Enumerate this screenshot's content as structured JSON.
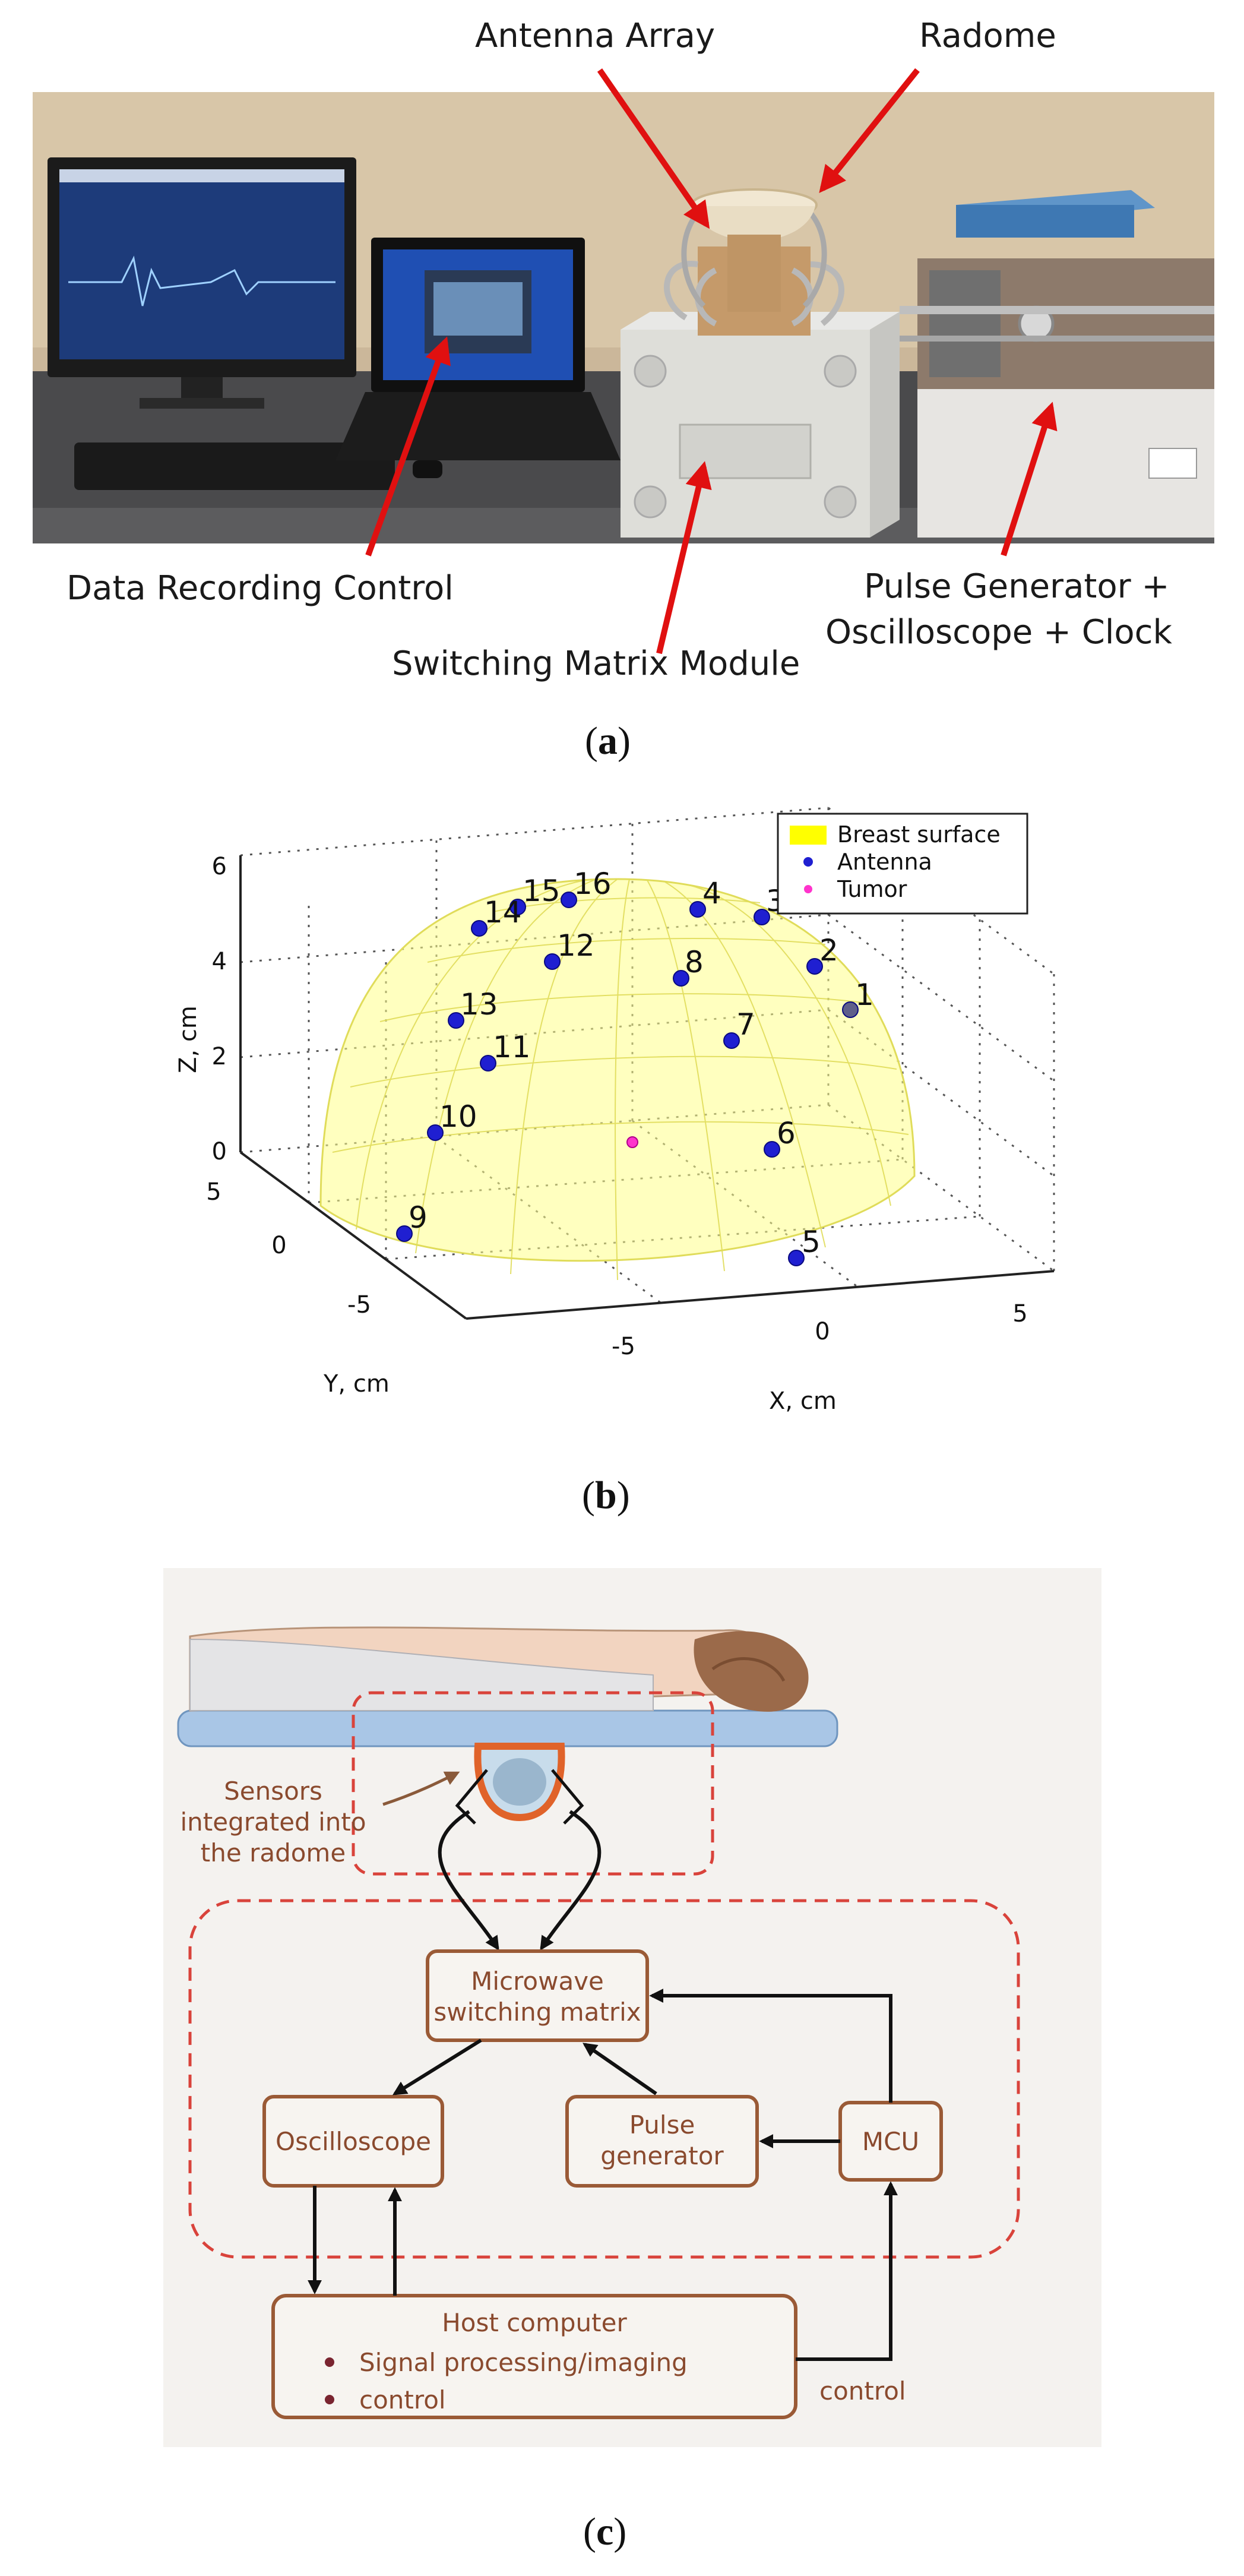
{
  "panel_a": {
    "labels": {
      "antenna_array": "Antenna Array",
      "radome": "Radome",
      "data_recording": "Data Recording Control",
      "switching_matrix": "Switching Matrix Module",
      "pulse_line1": "Pulse Generator +",
      "pulse_line2": "Oscilloscope + Clock"
    },
    "caption_open": "(",
    "caption_letter": "a",
    "caption_close": ")"
  },
  "panel_b": {
    "caption_open": "(",
    "caption_letter": "b",
    "caption_close": ")",
    "chart_data": {
      "type": "scatter",
      "xlabel": "X, cm",
      "ylabel": "Y, cm",
      "zlabel": "Z, cm",
      "x_ticks": [
        "-5",
        "0",
        "5"
      ],
      "y_ticks": [
        "-5",
        "0",
        "5"
      ],
      "z_ticks": [
        "0",
        "2",
        "4",
        "6"
      ],
      "legend": [
        {
          "name": "Breast surface",
          "color": "#ffff00"
        },
        {
          "name": "Antenna",
          "color": "#1f1fd1"
        },
        {
          "name": "Tumor",
          "color": "#ff33cc"
        }
      ],
      "antenna_labels": [
        "1",
        "2",
        "3",
        "4",
        "5",
        "6",
        "7",
        "8",
        "9",
        "10",
        "11",
        "12",
        "13",
        "14",
        "15",
        "16"
      ],
      "tumor_label": ""
    }
  },
  "panel_c": {
    "caption_open": "(",
    "caption_letter": "c",
    "caption_close": ")",
    "sensors_line1": "Sensors",
    "sensors_line2": "integrated into",
    "sensors_line3": "the radome",
    "switch_line1": "Microwave",
    "switch_line2": "switching matrix",
    "oscilloscope": "Oscilloscope",
    "pulse_line1": "Pulse",
    "pulse_line2": "generator",
    "mcu": "MCU",
    "host_title": "Host computer",
    "host_bullet1": "Signal processing/imaging",
    "host_bullet2": "control",
    "control_label": "control"
  }
}
